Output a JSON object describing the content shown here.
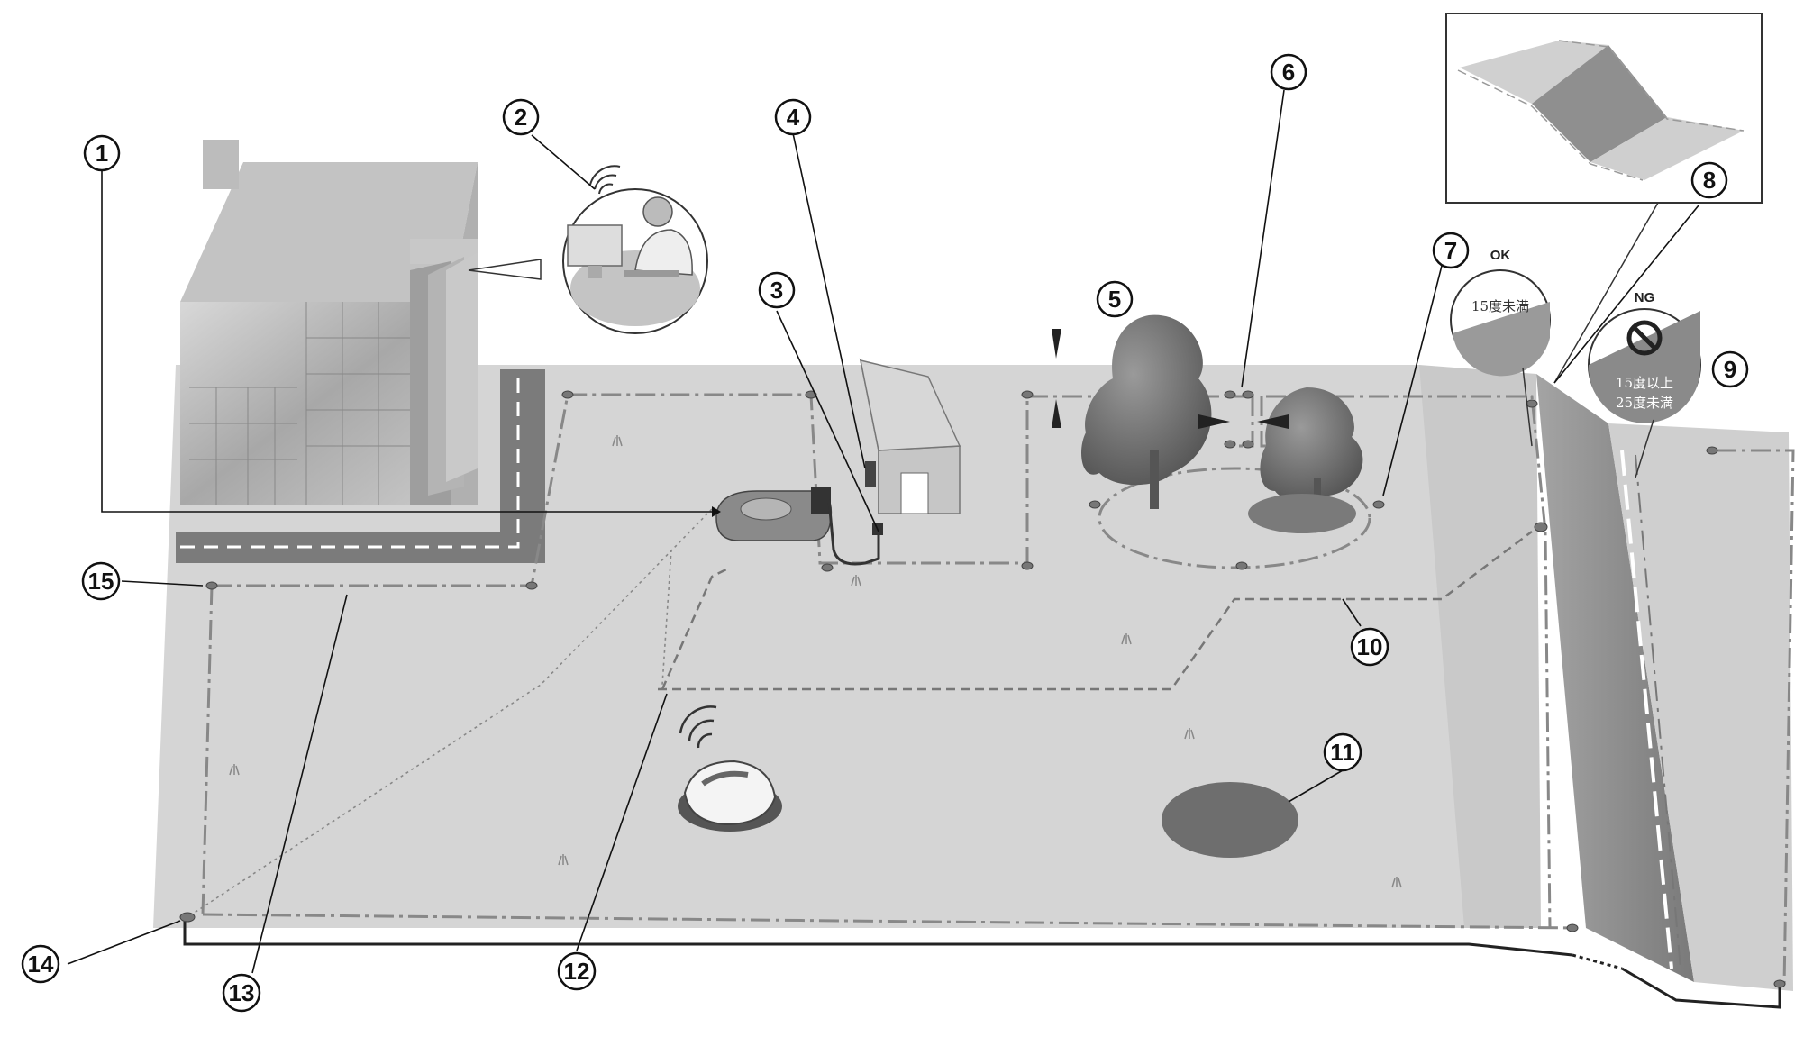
{
  "callouts": [
    "1",
    "2",
    "3",
    "4",
    "5",
    "6",
    "7",
    "8",
    "9",
    "10",
    "11",
    "12",
    "13",
    "14",
    "15"
  ],
  "slope_ok": {
    "tag": "OK",
    "text": "15度未満"
  },
  "slope_ng": {
    "tag": "NG",
    "line1": "15度以上",
    "line2": "25度未満"
  },
  "icons": [
    "no-entry-icon",
    "wifi-icon",
    "tree-icon",
    "robot-mower-icon",
    "charging-station-icon",
    "house-icon",
    "shed-icon",
    "person-at-computer-icon"
  ],
  "colors": {
    "lawn": "#d6d6d6",
    "slope": "#8a8a8a",
    "road": "#7a7a7a",
    "wire": "#8c8c8c",
    "obstacle": "#6e6e6e"
  }
}
